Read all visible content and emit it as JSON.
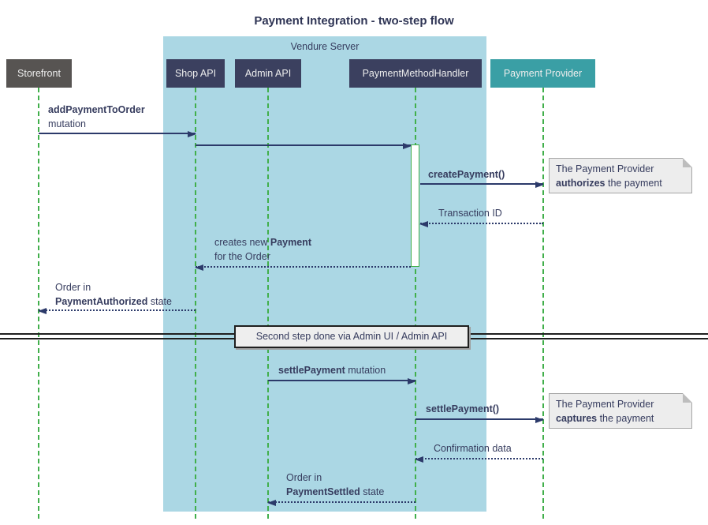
{
  "title": "Payment Integration - two-step flow",
  "frame": {
    "label": "Vendure Server"
  },
  "participants": {
    "storefront": {
      "label": "Storefront"
    },
    "shop_api": {
      "label": "Shop API"
    },
    "admin_api": {
      "label": "Admin API"
    },
    "payment_method_handler": {
      "label": "PaymentMethodHandler"
    },
    "payment_provider": {
      "label": "Payment Provider"
    }
  },
  "messages": {
    "add_payment_to_order": {
      "bold": "addPaymentToOrder",
      "line2": "mutation"
    },
    "create_payment": {
      "bold": "createPayment()"
    },
    "transaction_id": {
      "text": "Transaction ID"
    },
    "creates_new_payment": {
      "pre": "creates new ",
      "bold": "Payment",
      "line2": "for the Order"
    },
    "order_payment_authorized": {
      "line1": "Order in",
      "bold": "PaymentAuthorized",
      "post": " state"
    },
    "settle_payment_mutation": {
      "bold": "settlePayment",
      "post": " mutation"
    },
    "settle_payment_call": {
      "bold": "settlePayment()"
    },
    "confirmation_data": {
      "text": "Confirmation data"
    },
    "order_payment_settled": {
      "line1": "Order in",
      "bold": "PaymentSettled",
      "post": " state"
    }
  },
  "notes": {
    "authorizes": {
      "line1": "The Payment Provider",
      "bold": "authorizes",
      "post": " the payment"
    },
    "captures": {
      "line1": "The Payment Provider",
      "bold": "captures",
      "post": " the payment"
    }
  },
  "divider": {
    "label": "Second step done via Admin UI / Admin API"
  },
  "colors": {
    "frame_fill": "#ABD7E4",
    "participant_navy": "#3B405F",
    "participant_gray": "#575452",
    "participant_teal": "#3A9FA5",
    "lifeline_green": "#41AF4B",
    "arrow_navy": "#2C3A6A",
    "text_navy": "#363C5E",
    "note_fill": "#EDEDED"
  }
}
